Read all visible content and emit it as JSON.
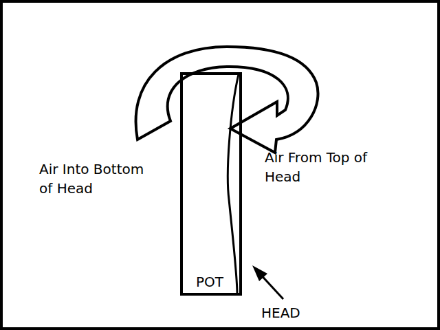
{
  "diagram": {
    "nodes": [
      {
        "text": [
          "POT"
        ]
      }
    ],
    "labels": [
      "Air Into Bottom of Head",
      "Air From Top of Head",
      "HEAD"
    ]
  }
}
